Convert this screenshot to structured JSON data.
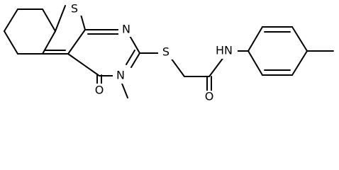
{
  "structure": {
    "atoms": {
      "ring_sulfur": "S",
      "ring_nitrogen_top": "N",
      "ring_nitrogen_methyl": "N",
      "carbonyl_oxygen_ring": "O",
      "thioether_sulfur": "S",
      "amide_nh": "HN",
      "amide_oxygen": "O"
    }
  },
  "colors": {
    "bond": "#000000",
    "label": "#000000",
    "background": "#ffffff"
  }
}
